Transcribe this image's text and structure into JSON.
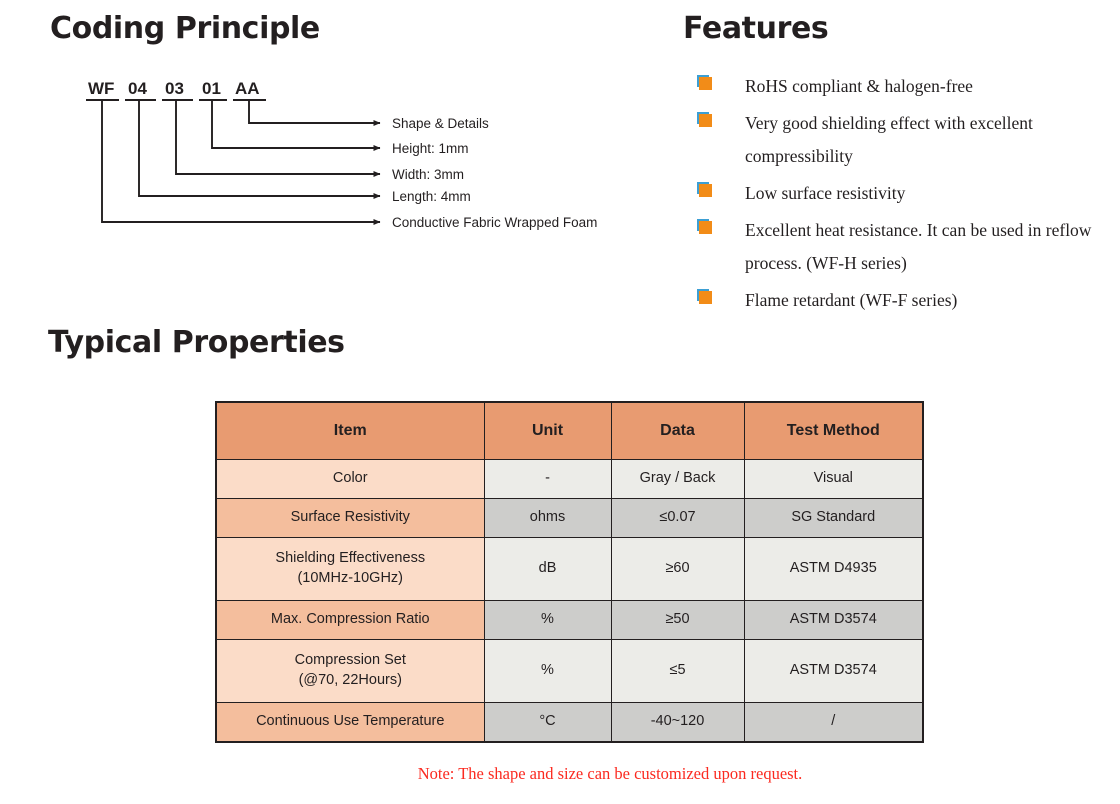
{
  "sections": {
    "coding_principle_title": "Coding Principle",
    "features_title": "Features",
    "typical_properties_title": "Typical Properties"
  },
  "coding_principle": {
    "code_tokens": [
      "WF",
      "04",
      "03",
      "01",
      "AA"
    ],
    "leader_labels": [
      "Shape & Details",
      "Height: 1mm",
      "Width: 3mm",
      "Length: 4mm",
      "Conductive Fabric Wrapped Foam"
    ]
  },
  "features": {
    "bullet_colors": {
      "front": "#f28c18",
      "back": "#3c9fd4"
    },
    "items": [
      "RoHS compliant & halogen-free",
      "Very good shielding effect with excellent compressibility",
      "Low surface resistivity",
      "Excellent heat resistance. It can be used in reflow process. (WF-H series)",
      "Flame retardant (WF-F series)"
    ]
  },
  "properties_table": {
    "colors": {
      "header": "#e89b71",
      "item_odd": "#f4be9d",
      "item_even": "#fbdcc8",
      "data_odd": "#cdcdcb",
      "data_even": "#ececE8",
      "border": "#231f20"
    },
    "headers": [
      "Item",
      "Unit",
      "Data",
      "Test Method"
    ],
    "rows": [
      {
        "item": "Color",
        "unit": "-",
        "data": "Gray / Back",
        "method": "Visual"
      },
      {
        "item": "Surface Resistivity",
        "unit": "ohms",
        "data": "≤0.07",
        "method": "SG Standard"
      },
      {
        "item": "Shielding Effectiveness\n(10MHz-10GHz)",
        "unit": "dB",
        "data": "≥60",
        "method": "ASTM D4935"
      },
      {
        "item": "Max. Compression Ratio",
        "unit": "%",
        "data": "≥50",
        "method": "ASTM D3574"
      },
      {
        "item": "Compression Set\n(@70, 22Hours)",
        "unit": "%",
        "data": "≤5",
        "method": "ASTM D3574"
      },
      {
        "item": "Continuous Use Temperature",
        "unit": "°C",
        "data": "-40~120",
        "method": "/"
      }
    ],
    "note": "Note: The shape and size can be customized upon request.",
    "note_color": "#fb2a20"
  }
}
